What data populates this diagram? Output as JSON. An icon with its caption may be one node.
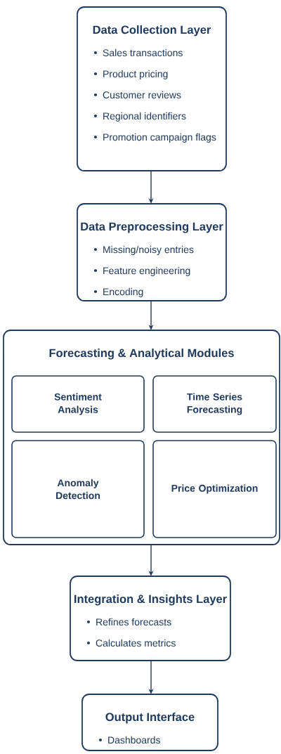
{
  "diagram": {
    "nodes": [
      {
        "text": [
          "Data Collection Layer",
          "Sales transactions",
          "Product pricing",
          "Customer reviews",
          "Regional identifiers",
          "Promotion campaign flags"
        ]
      },
      {
        "text": [
          "Data Preprocessing Layer",
          "Missing/noisy entries",
          "Feature engineering",
          "Encoding"
        ]
      },
      {
        "text": [
          "Forecasting & Analytical Modules"
        ]
      },
      {
        "text": [
          "Sentiment Analysis"
        ],
        "in": 2
      },
      {
        "text": [
          "Time Series Forecasting"
        ],
        "in": 2
      },
      {
        "text": [
          "Anomaly Detection"
        ],
        "in": 2
      },
      {
        "text": [
          "Price Optimization"
        ],
        "in": 2
      },
      {
        "text": [
          "Integration & Insights Layer",
          "Refines forecasts",
          "Calculates metrics"
        ]
      },
      {
        "text": [
          "Output Interface",
          "Dashboards"
        ]
      }
    ],
    "edges": [
      {
        "from": 0,
        "to": 1,
        "arrow": "to"
      },
      {
        "from": 1,
        "to": 2,
        "arrow": "to"
      },
      {
        "from": 2,
        "to": 7,
        "arrow": "to"
      },
      {
        "from": 7,
        "to": 8,
        "arrow": "to"
      }
    ]
  }
}
